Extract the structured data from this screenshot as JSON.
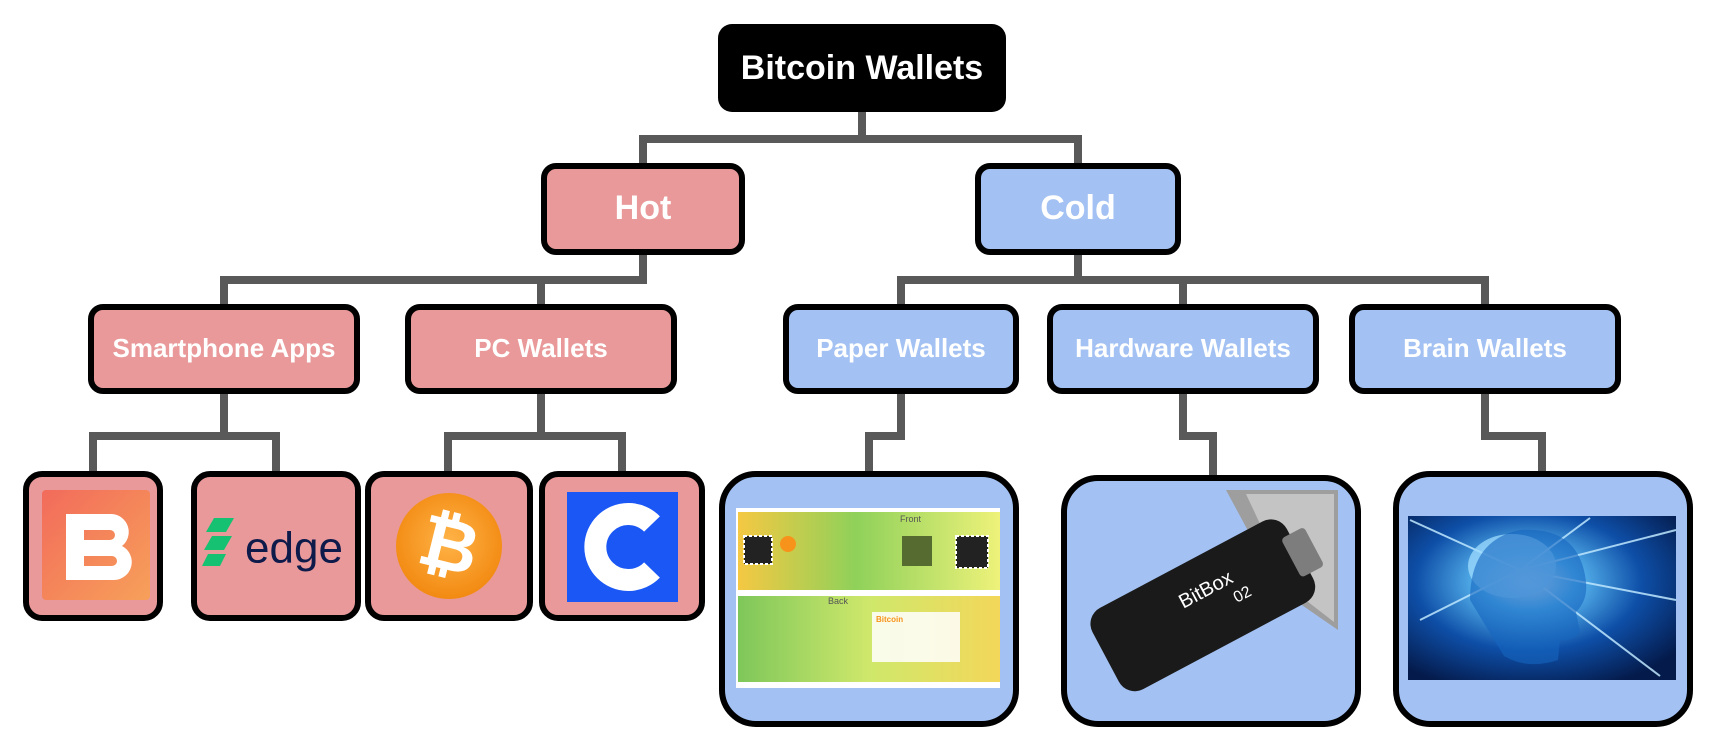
{
  "diagram": {
    "root": {
      "label": "Bitcoin Wallets"
    },
    "branches": [
      {
        "label": "Hot",
        "children": [
          {
            "label": "Smartphone Apps",
            "logos": [
              "brd-logo",
              "edge-logo"
            ]
          },
          {
            "label": "PC Wallets",
            "logos": [
              "bitcoin-core-logo",
              "coinomi-logo"
            ]
          }
        ]
      },
      {
        "label": "Cold",
        "children": [
          {
            "label": "Paper Wallets",
            "image": "paper-wallet-image"
          },
          {
            "label": "Hardware Wallets",
            "image": "hardware-wallet-image"
          },
          {
            "label": "Brain Wallets",
            "image": "brain-wallet-image"
          }
        ]
      }
    ],
    "images": {
      "edge_text": "edge",
      "bitbox_text": "BitBox",
      "bitbox_model": "02",
      "paper_front": "Front",
      "paper_back": "Back",
      "paper_brand": "Bitcoin"
    }
  },
  "colors": {
    "root": "#000000",
    "hot": "#e99999",
    "cold": "#a3c2f3",
    "connector": "#595959",
    "border": "#000000"
  }
}
